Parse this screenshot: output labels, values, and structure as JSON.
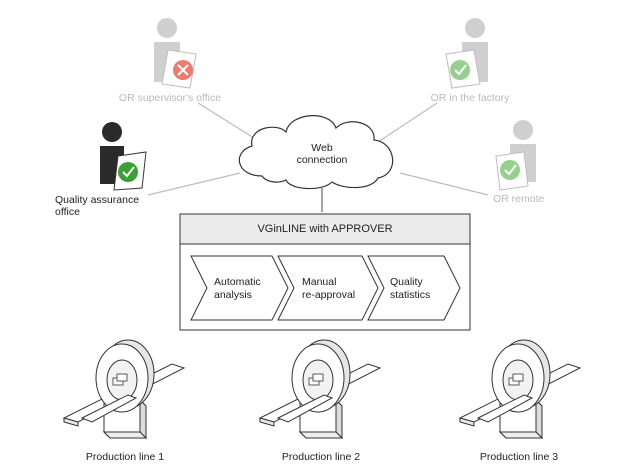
{
  "actors": [
    {
      "label": "OR supervisor's office",
      "status": "rejected"
    },
    {
      "label": "OR in the factory",
      "status": "approved"
    },
    {
      "label": "Quality assurance office",
      "status": "approved"
    },
    {
      "label": "OR remote",
      "status": "approved"
    }
  ],
  "cloud": {
    "line1": "Web",
    "line2": "connection"
  },
  "system": {
    "title": "VGinLINE with APPROVER",
    "steps": [
      {
        "line1": "Automatic",
        "line2": "analysis"
      },
      {
        "line1": "Manual",
        "line2": "re-approval"
      },
      {
        "line1": "Quality",
        "line2": "statistics"
      }
    ]
  },
  "production_lines": [
    {
      "label": "Production line 1"
    },
    {
      "label": "Production line 2"
    },
    {
      "label": "Production line 3"
    }
  ],
  "colors": {
    "approved": "#3aa035",
    "rejected": "#f07a70",
    "faded_approved": "#96d08e",
    "faded_person": "#cfcfcf",
    "line": "#bdbdbd"
  },
  "icons": [
    "person-icon",
    "check-icon",
    "cross-icon",
    "ct-scanner-icon",
    "cloud-icon"
  ]
}
